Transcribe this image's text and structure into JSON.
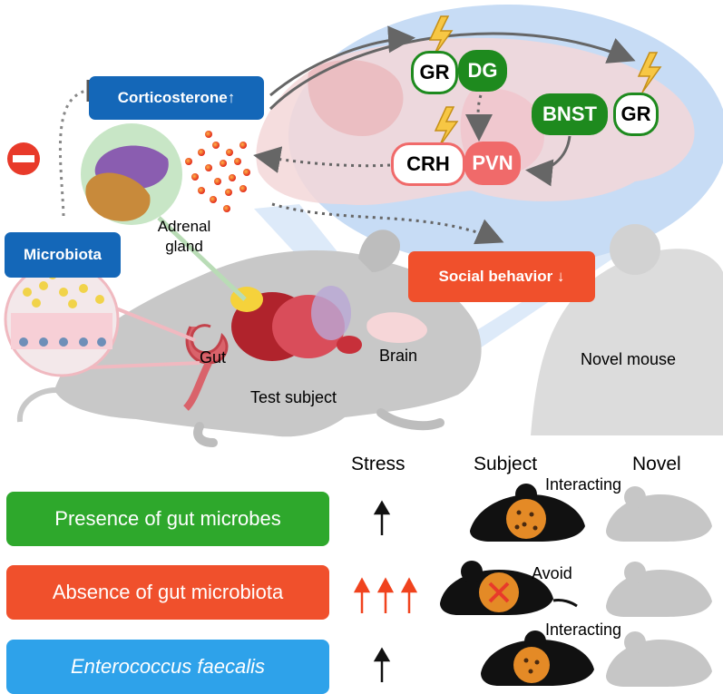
{
  "top": {
    "corticosterone": "Corticosterone↑",
    "microbiota": "Microbiota",
    "social_behavior": "Social behavior ↓",
    "adrenal_gland": "Adrenal gland",
    "gut": "Gut",
    "brain": "Brain",
    "test_subject": "Test subject",
    "novel_mouse": "Novel mouse"
  },
  "brain_nodes": {
    "gr_1": "GR",
    "dg": "DG",
    "bnst": "BNST",
    "gr_2": "GR",
    "crh": "CRH",
    "pvn": "PVN"
  },
  "table": {
    "headers": {
      "stress": "Stress",
      "subject": "Subject",
      "novel": "Novel"
    },
    "rows": [
      {
        "label": "Presence of gut microbes",
        "arrows": 1,
        "arrow_color": "#111111",
        "behavior": "Interacting",
        "row_color": "#2ea82c"
      },
      {
        "label": "Absence of gut microbiota",
        "arrows": 3,
        "arrow_color": "#f0431e",
        "behavior": "Avoid",
        "row_color": "#f0502c"
      },
      {
        "label": "Enterococcus faecalis",
        "arrows": 1,
        "arrow_color": "#111111",
        "behavior": "Interacting",
        "row_color": "#2ea2ea"
      }
    ]
  },
  "colors": {
    "blue_box": "#1467b8",
    "green_node": "#1e8a1e",
    "red_node": "#f06a6a",
    "brain_bubble": "#c7dcf5"
  }
}
